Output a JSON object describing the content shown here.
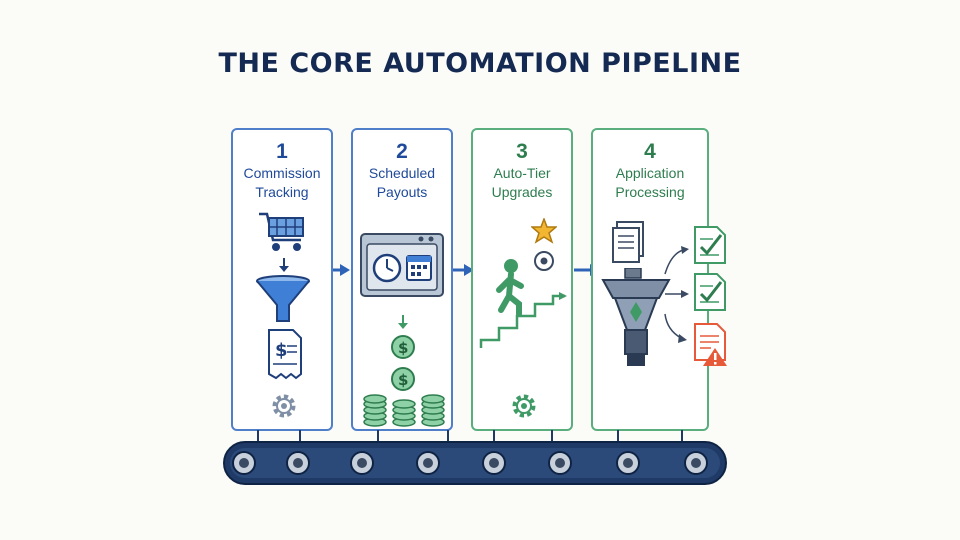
{
  "title": "THE CORE AUTOMATION PIPELINE",
  "steps": [
    {
      "number": "1",
      "label_line1": "Commission",
      "label_line2": "Tracking"
    },
    {
      "number": "2",
      "label_line1": "Scheduled",
      "label_line2": "Payouts"
    },
    {
      "number": "3",
      "label_line1": "Auto-Tier",
      "label_line2": "Upgrades"
    },
    {
      "number": "4",
      "label_line1": "Application",
      "label_line2": "Processing"
    }
  ],
  "colors": {
    "title": "#142a52",
    "blue_accent": "#2e63b8",
    "green_accent": "#3f9a66",
    "warning": "#e65a3a",
    "star": "#f2b632",
    "conveyor": "#1f3a66"
  },
  "icons": [
    "shopping-cart-icon",
    "funnel-icon",
    "receipt-icon",
    "gear-icon",
    "clock-icon",
    "calendar-icon",
    "dollar-coin-icon",
    "coin-stack-icon",
    "person-climbing-icon",
    "star-icon",
    "approved-document-icon",
    "warning-document-icon",
    "conveyor-belt-icon"
  ]
}
